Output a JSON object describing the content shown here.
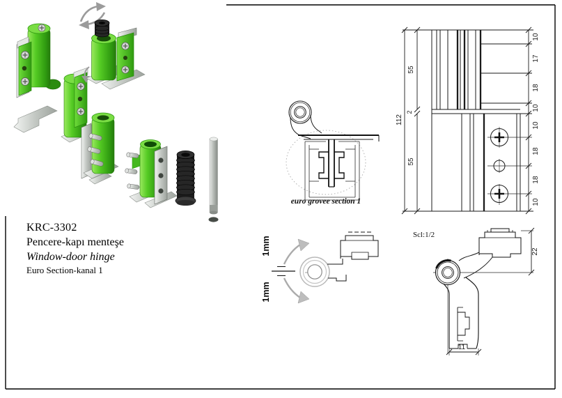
{
  "product_info": {
    "code": "KRC-3302",
    "name_tr": "Pencere-kapı menteşe",
    "name_en": "Window-door hinge",
    "series": "Euro Section-kanal 1"
  },
  "plan_view": {
    "dim_total": "112",
    "dim_top_leaf": "55",
    "dim_gap": "2",
    "dim_bottom_leaf": "55",
    "right_top": [
      "10",
      "17",
      "18",
      "10"
    ],
    "right_bottom": [
      "10",
      "18",
      "18",
      "10"
    ]
  },
  "groove_detail": {
    "caption": "euro grovee section 1"
  },
  "adjustment": {
    "up": "1mm",
    "down": "1mm"
  },
  "side_view": {
    "scale": "Scl:1/2",
    "dim_top": "22",
    "dim_bottom": "11"
  },
  "colors": {
    "hinge_green": "#52c42a",
    "metal_gray": "#c4c9c4",
    "bushing_black": "#1f1f1f",
    "arrow_gray": "#9b9b9b",
    "line": "#1a1a1a"
  }
}
